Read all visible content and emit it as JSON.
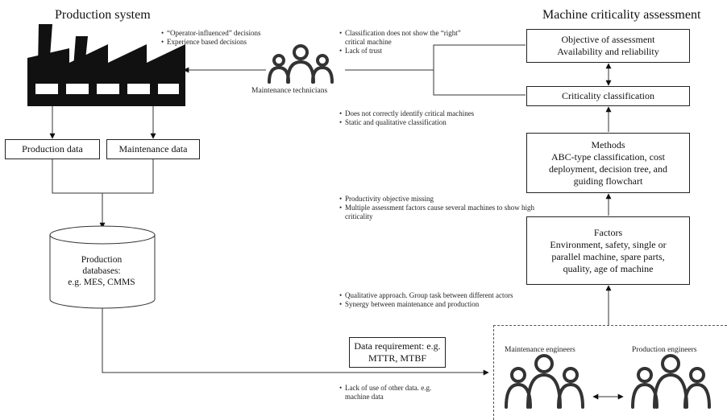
{
  "headings": {
    "production_system": "Production system",
    "machine_criticality": "Machine criticality assessment"
  },
  "left": {
    "production_data": "Production data",
    "maintenance_data": "Maintenance data",
    "database": {
      "line1": "Production",
      "line2": "databases:",
      "line3": "e.g. MES, CMMS"
    }
  },
  "technicians": {
    "label": "Maintenance technicians",
    "notes": [
      "“Operator-influenced” decisions",
      "Experience based decisions"
    ]
  },
  "right": {
    "objective": {
      "line1": "Objective of assessment",
      "line2": "Availability and reliability"
    },
    "classification": "Criticality classification",
    "methods": {
      "title": "Methods",
      "line1": "ABC-type classification, cost",
      "line2": "deployment, decision tree, and",
      "line3": "guiding flowchart"
    },
    "factors": {
      "title": "Factors",
      "line1": "Environment, safety, single or",
      "line2": "parallel machine, spare parts,",
      "line3": "quality, age of machine"
    }
  },
  "notes": {
    "classification_issues": {
      "line1": "Classification does not show the “right”",
      "line1_cont": "critical machine",
      "line2": "Lack of trust"
    },
    "methods_issues": {
      "line1": "Does not correctly identify critical machines",
      "line2": "Static and qualitative classification"
    },
    "factor_issues": {
      "line1": "Productivity objective missing",
      "line2": "Multiple assessment factors cause several machines to show high",
      "line2_cont": "criticality"
    },
    "engineer_issues": {
      "line1": "Qualitative approach. Group task between different actors",
      "line2": "Synergy between maintenance and production"
    },
    "data_issues": {
      "line1": "Lack of use of other data. e.g.",
      "line1_cont": "machine data"
    }
  },
  "data_requirement": {
    "line1": "Data requirement: e.g.",
    "line2": "MTTR, MTBF"
  },
  "engineers": {
    "maintenance": "Maintenance engineers",
    "production": "Production engineers"
  },
  "icons": [
    "factory-icon",
    "people-group-icon",
    "database-icon"
  ]
}
